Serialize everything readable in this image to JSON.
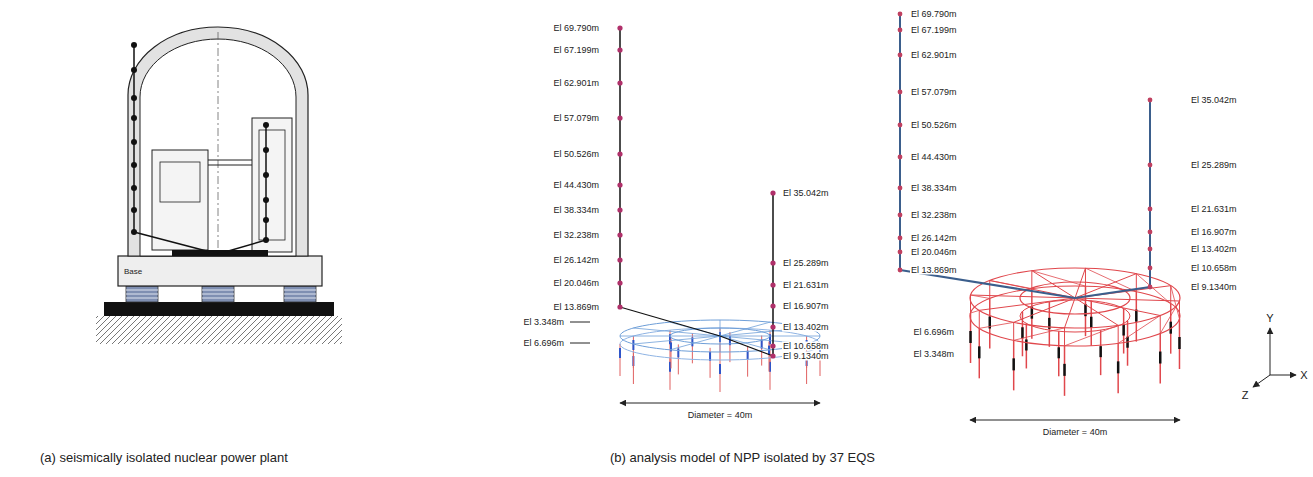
{
  "diagram": {
    "labels": [
      "Base",
      "El 69.790m",
      "El 67.199m",
      "El 62.901m",
      "El 57.079m",
      "El 50.526m",
      "El 44.430m",
      "El 38.334m",
      "El 32.238m",
      "El 26.142m",
      "El 20.046m",
      "El 13.869m",
      "El 35.042m",
      "El 25.289m",
      "El 21.631m",
      "El 16.907m",
      "El 13.402m",
      "El 10.658m",
      "El 9.1340m",
      "El 3.348m",
      "El 6.696m",
      "Diameter = 40m",
      "El 69.790m",
      "El 67.199m",
      "El 62.901m",
      "El 57.079m",
      "El 50.526m",
      "El 44.430m",
      "El 38.334m",
      "El 32.238m",
      "El 26.142m",
      "El 20.046m",
      "El 13.869m",
      "El 35.042m",
      "El 25.289m",
      "El 21.631m",
      "El 16.907m",
      "El 13.402m",
      "El 10.658m",
      "El 9.1340m",
      "El 6.696m",
      "El 3.348m",
      "Y",
      "Z",
      "X",
      "Diameter = 40m",
      "(a) seismically isolated nuclear power plant",
      "(b) analysis model of NPP isolated by 37 EQS"
    ]
  }
}
